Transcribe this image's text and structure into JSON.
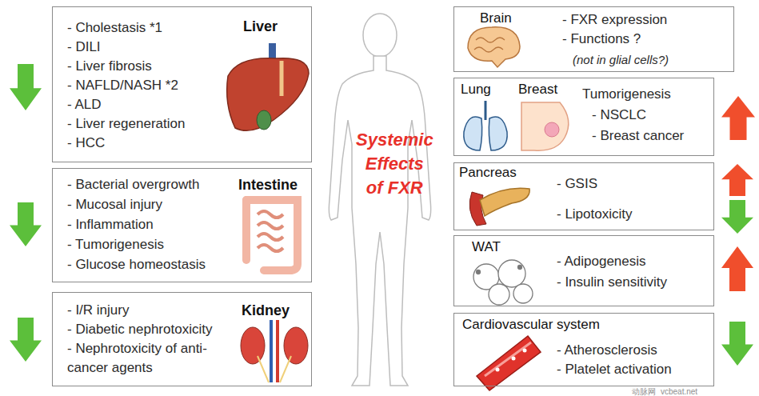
{
  "diagram": {
    "title": "Systemic Effects of FXR",
    "nodes": [
      {
        "text": [
          "Liver",
          "- Cholestasis *1",
          "- DILI",
          "- Liver fibrosis",
          "- NAFLD/NASH *2",
          "- ALD",
          "- Liver regeneration",
          "- HCC"
        ]
      },
      {
        "text": [
          "Intestine",
          "- Bacterial overgrowth",
          "- Mucosal injury",
          "- Inflammation",
          "- Tumorigenesis",
          "- Glucose homeostasis"
        ]
      },
      {
        "text": [
          "Kidney",
          "- I/R injury",
          "- Diabetic nephrotoxicity",
          "- Nephrotoxicity of anti-cancer agents"
        ]
      },
      {
        "text": [
          "Brain",
          "- FXR expression",
          "- Functions ?",
          "(not in glial cells?)"
        ]
      },
      {
        "text": [
          "Lung",
          "Breast",
          "Tumorigenesis",
          "- NSCLC",
          "- Breast cancer"
        ]
      },
      {
        "text": [
          "Pancreas",
          "- GSIS",
          "- Lipotoxicity"
        ]
      },
      {
        "text": [
          "WAT",
          "- Adipogenesis",
          "- Insulin sensitivity"
        ]
      },
      {
        "text": [
          "Cardiovascular system",
          "- Atherosclerosis",
          "- Platelet activation"
        ]
      }
    ],
    "labels": [
      "动脉网",
      "vcbeat.net"
    ]
  }
}
